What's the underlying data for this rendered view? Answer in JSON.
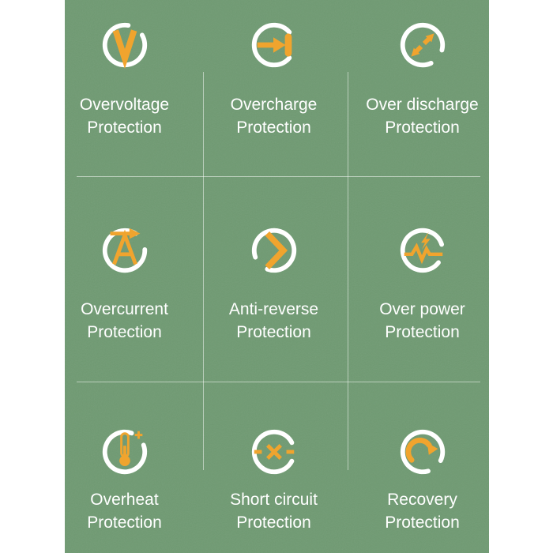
{
  "page": {
    "background": "#ffffff"
  },
  "panel": {
    "background_green": "#6f9a72",
    "divider_color": "rgba(255,255,255,0.5)",
    "icon_ring_color": "#ffffff",
    "icon_accent_color": "#f0a42e",
    "text_color": "#ffffff"
  },
  "features": [
    {
      "icon": "overvoltage-icon",
      "line1": "Overvoltage",
      "line2": "Protection"
    },
    {
      "icon": "overcharge-icon",
      "line1": "Overcharge",
      "line2": "Protection"
    },
    {
      "icon": "over-discharge-icon",
      "line1": "Over discharge",
      "line2": "Protection"
    },
    {
      "icon": "overcurrent-icon",
      "line1": "Overcurrent",
      "line2": "Protection"
    },
    {
      "icon": "anti-reverse-icon",
      "line1": "Anti-reverse",
      "line2": "Protection"
    },
    {
      "icon": "over-power-icon",
      "line1": "Over power",
      "line2": "Protection"
    },
    {
      "icon": "overheat-icon",
      "line1": "Overheat",
      "line2": "Protection"
    },
    {
      "icon": "short-circuit-icon",
      "line1": "Short circuit",
      "line2": "Protection"
    },
    {
      "icon": "recovery-icon",
      "line1": "Recovery",
      "line2": "Protection"
    }
  ]
}
